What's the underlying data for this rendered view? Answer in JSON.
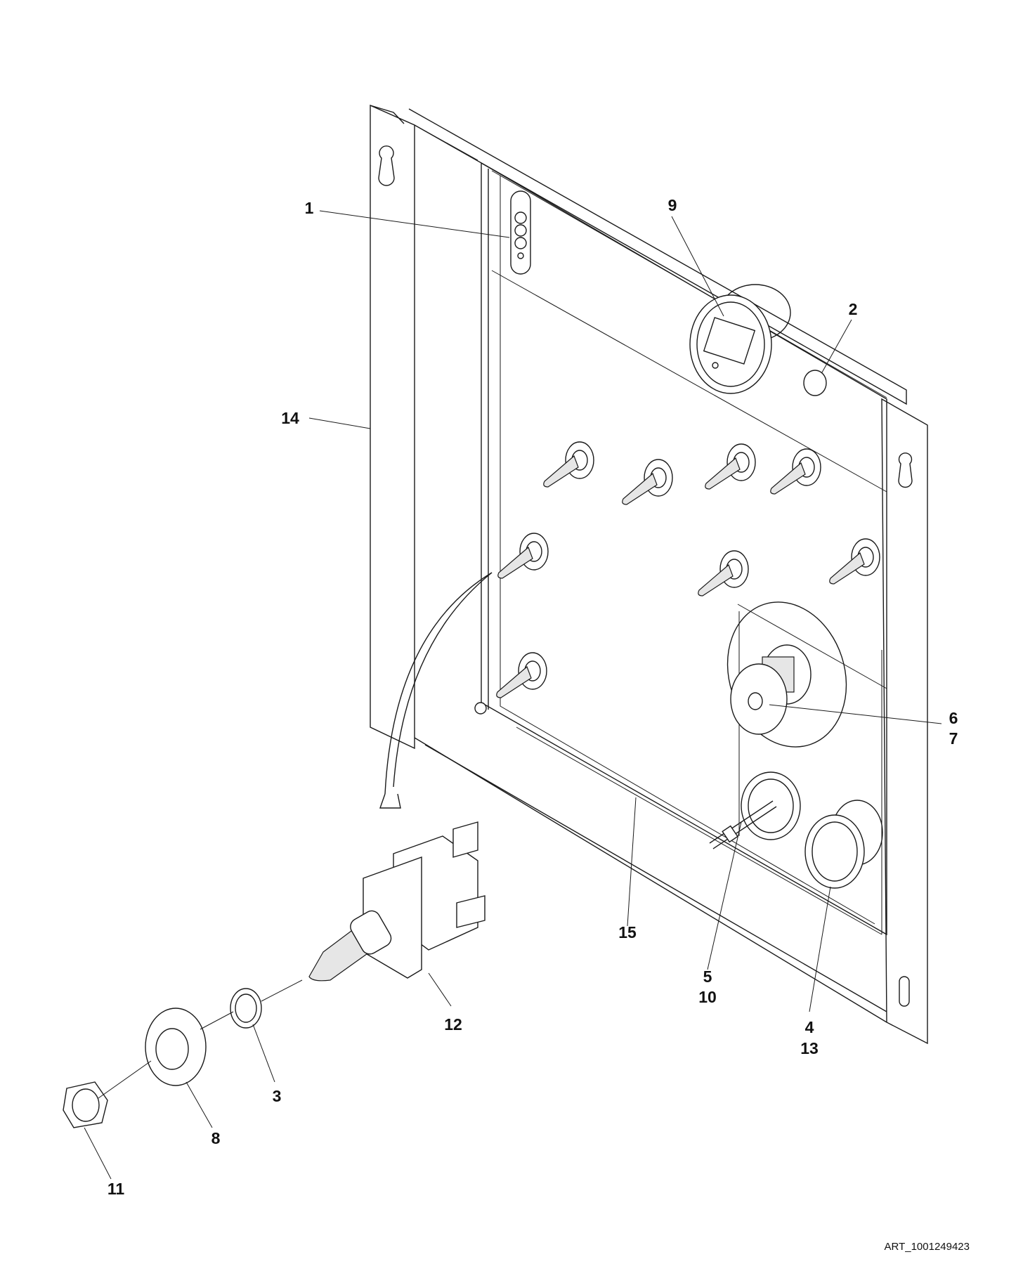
{
  "callouts": [
    {
      "id": "c1",
      "label": "1"
    },
    {
      "id": "c2",
      "label": "2"
    },
    {
      "id": "c3",
      "label": "3"
    },
    {
      "id": "c4",
      "label": "4"
    },
    {
      "id": "c13",
      "label": "13"
    },
    {
      "id": "c5",
      "label": "5"
    },
    {
      "id": "c10",
      "label": "10"
    },
    {
      "id": "c6",
      "label": "6"
    },
    {
      "id": "c7",
      "label": "7"
    },
    {
      "id": "c8",
      "label": "8"
    },
    {
      "id": "c9",
      "label": "9"
    },
    {
      "id": "c11",
      "label": "11"
    },
    {
      "id": "c12",
      "label": "12"
    },
    {
      "id": "c14",
      "label": "14"
    },
    {
      "id": "c15",
      "label": "15"
    }
  ],
  "art_number": "ART_1001249423"
}
